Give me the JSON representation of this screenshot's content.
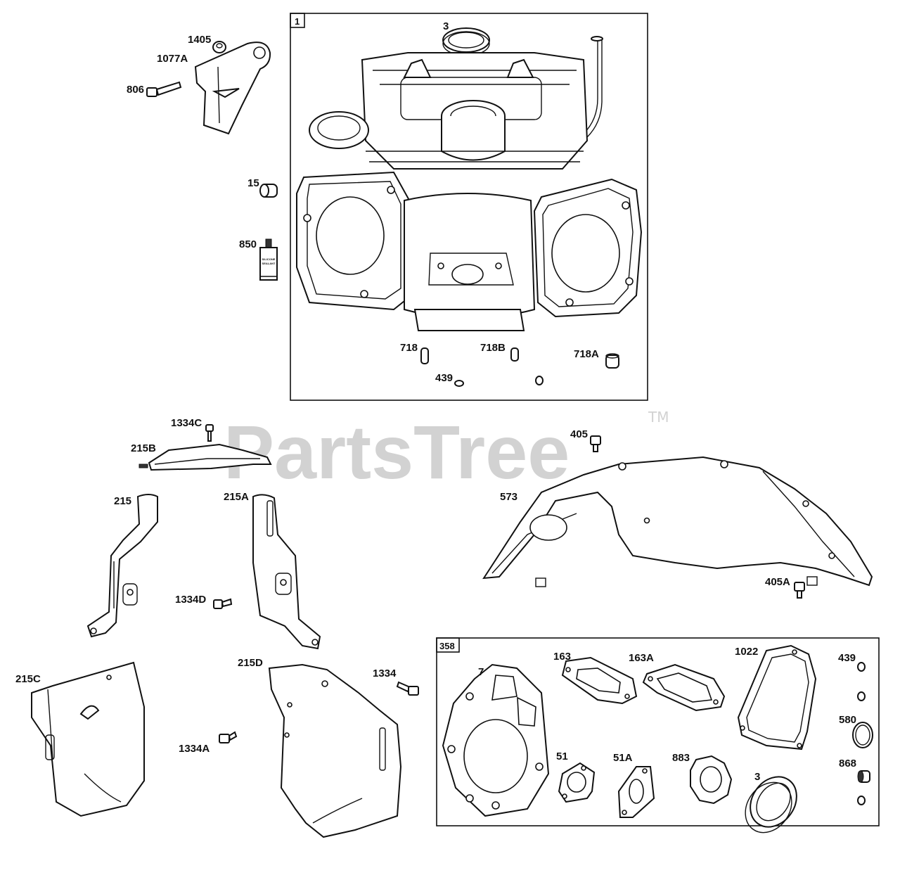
{
  "watermark": {
    "text": "PartsTree",
    "trademark": "TM"
  },
  "callouts": {
    "c1405": "1405",
    "c1077A": "1077A",
    "c806": "806",
    "c15": "15",
    "c850": "850",
    "c3_top": "3",
    "c718": "718",
    "c718B": "718B",
    "c718A": "718A",
    "c439_top": "439",
    "c1334C": "1334C",
    "c215B": "215B",
    "c215": "215",
    "c215A": "215A",
    "c1334D": "1334D",
    "c405": "405",
    "c573": "573",
    "c405A": "405A",
    "c215C": "215C",
    "c215D": "215D",
    "c1334": "1334",
    "c1334A": "1334A",
    "c7": "7",
    "c163": "163",
    "c163A": "163A",
    "c1022": "1022",
    "c439_kit": "439",
    "c580": "580",
    "c51": "51",
    "c51A": "51A",
    "c883": "883",
    "c3_kit": "3",
    "c868": "868"
  },
  "boxes": {
    "crankcase_box": "1",
    "gasket_kit_box": "358"
  },
  "tube_text": {
    "line1": "SILICONE",
    "line2": "SEALANT"
  }
}
